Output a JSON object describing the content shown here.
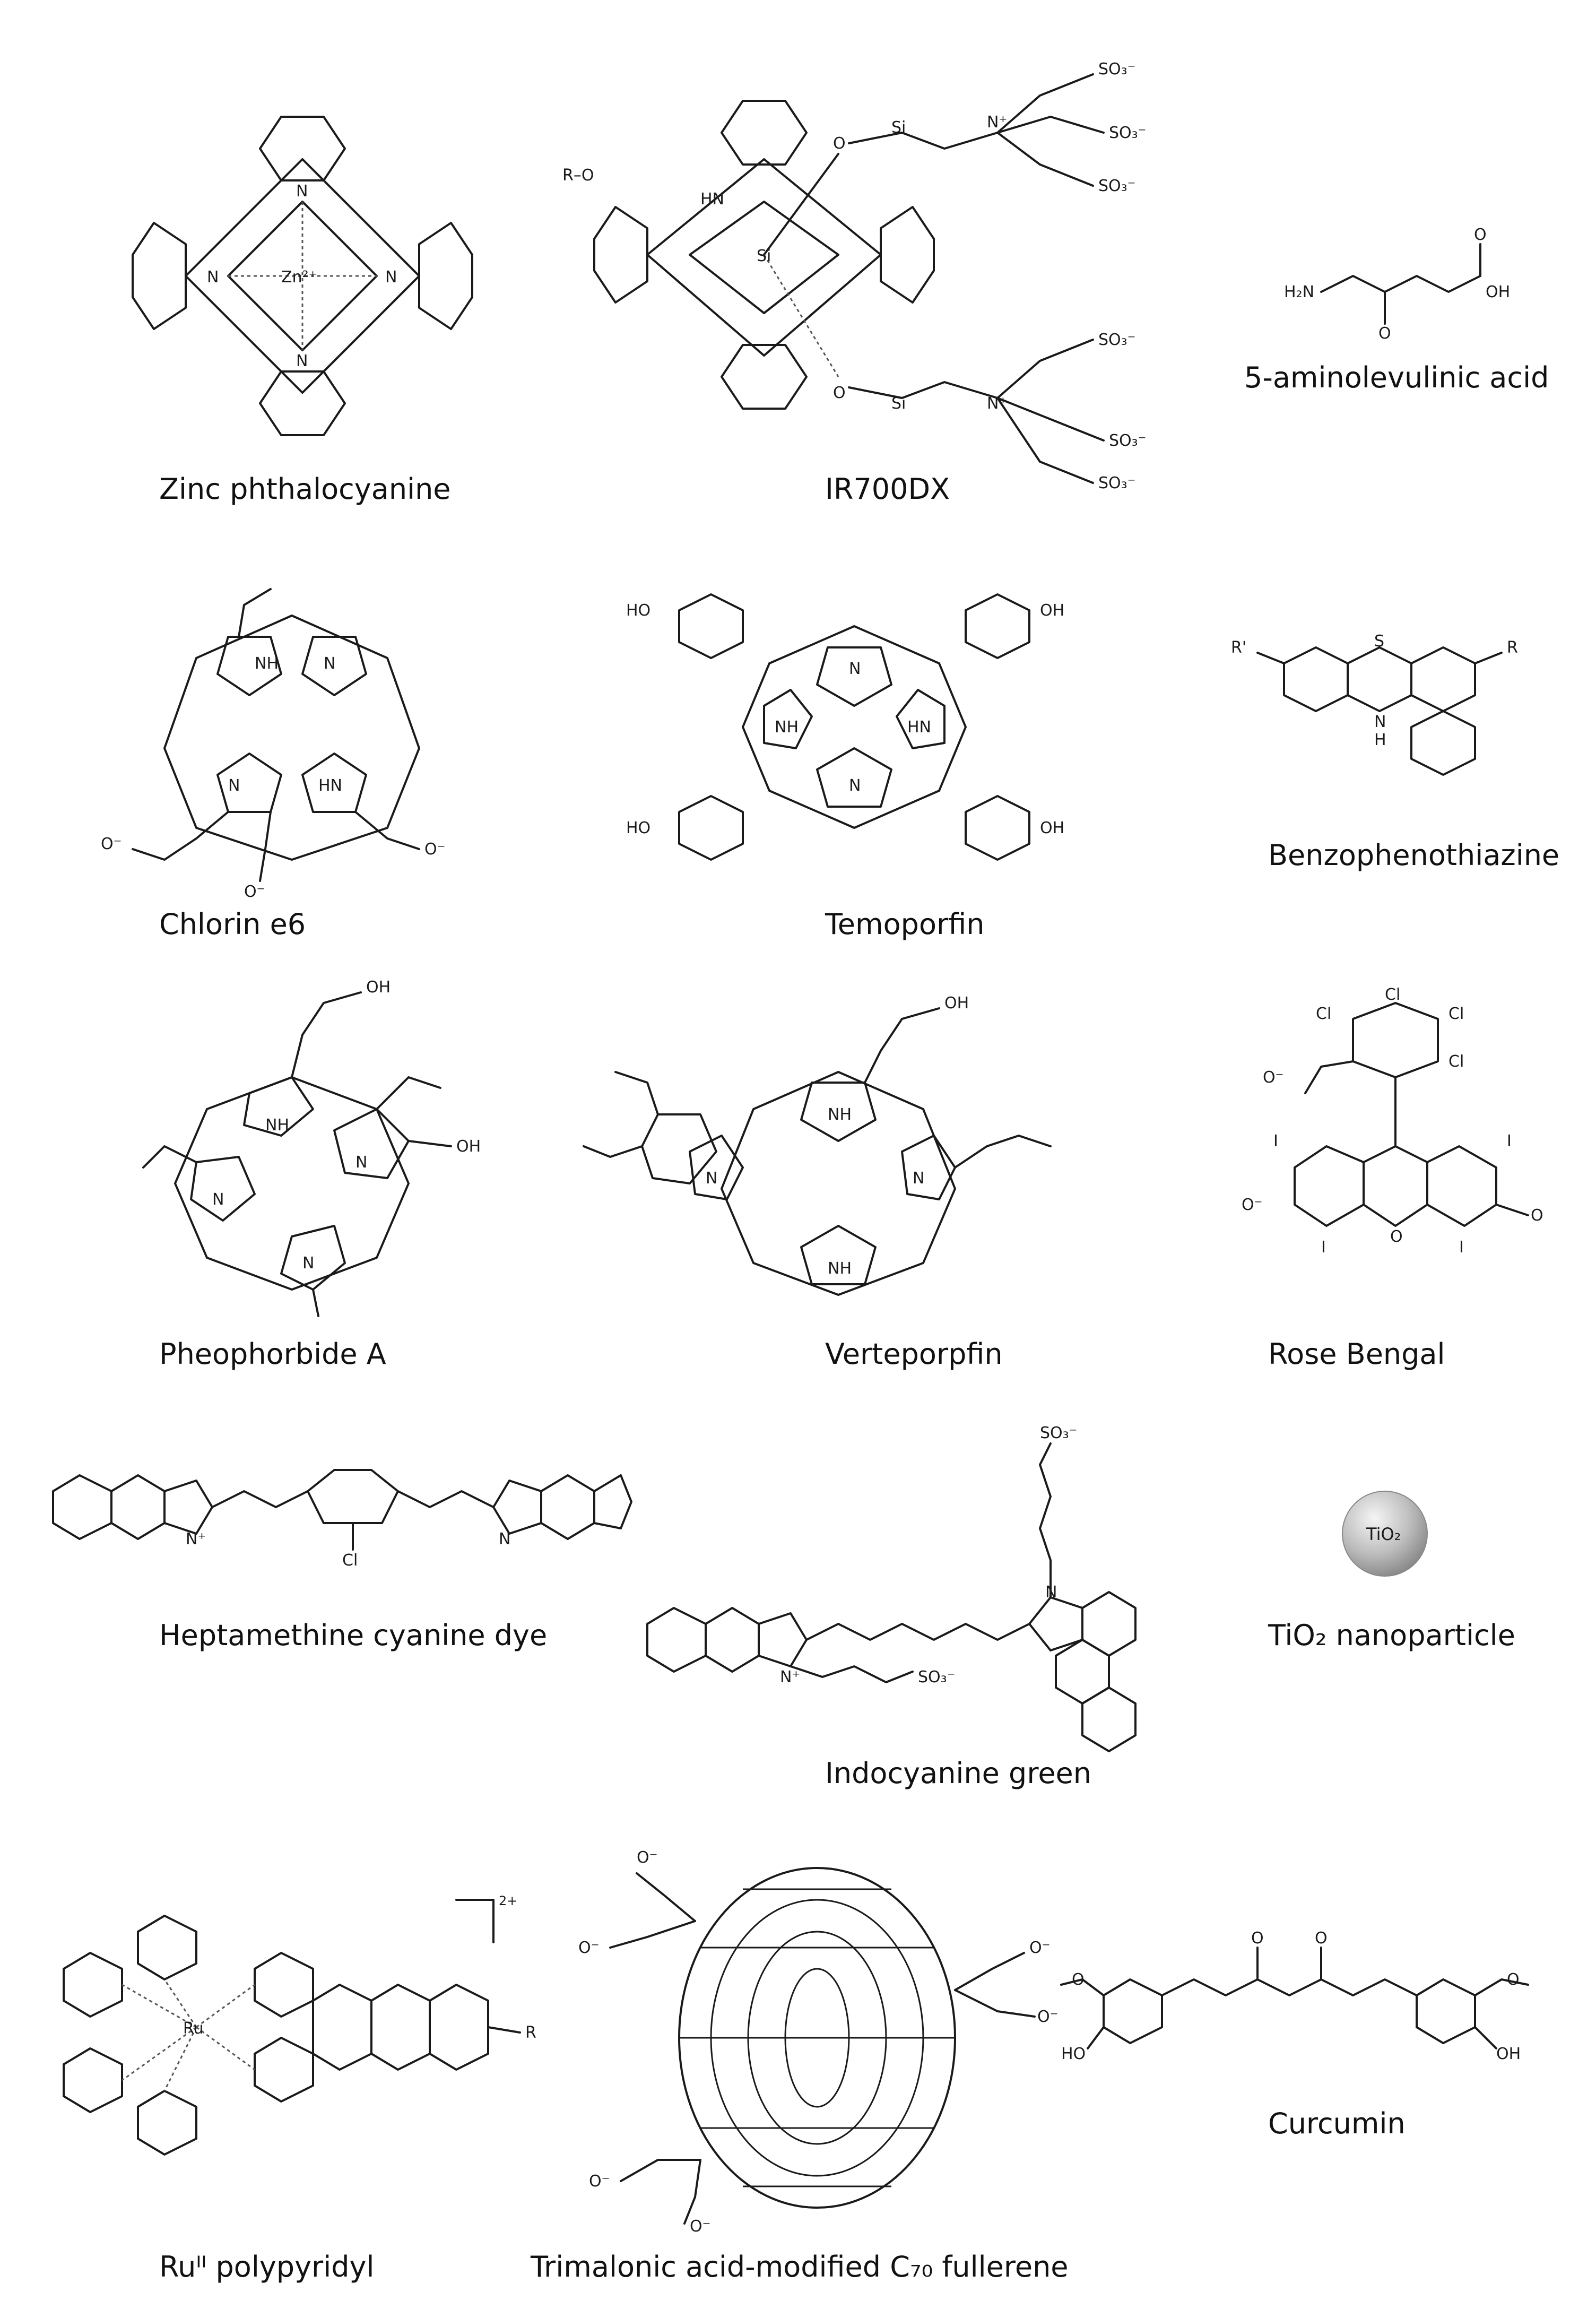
{
  "compounds": [
    {
      "name": "Zinc phthalocyanine"
    },
    {
      "name": "IR700DX"
    },
    {
      "name": "5-aminolevulinic acid"
    },
    {
      "name": "Chlorin e6"
    },
    {
      "name": "Temoporfin"
    },
    {
      "name": "Benzophenothiazine"
    },
    {
      "name": "Pheophorbide A"
    },
    {
      "name": "Verteporpfin"
    },
    {
      "name": "Rose Bengal"
    },
    {
      "name": "Heptamethine cyanine dye"
    },
    {
      "name": "Indocyanine green"
    },
    {
      "name": "TiO₂ nanoparticle"
    },
    {
      "name": "Ruᴵᴵ polypyridyl"
    },
    {
      "name": "Trimalonic acid-modified C₇₀ fullerene"
    },
    {
      "name": "Curcumin"
    }
  ],
  "atom_labels": {
    "zn": "Zn²⁺",
    "n": "N",
    "si": "Si",
    "hn": "HN",
    "nh": "NH",
    "o": "O",
    "ro": "R–O",
    "so3": "SO₃⁻",
    "nplus": "N⁺",
    "h2n": "H₂N",
    "oh": "OH",
    "ho": "HO",
    "s": "S",
    "h": "H",
    "r": "R",
    "rprime": "R'",
    "cl": "Cl",
    "i": "I",
    "ominus": "O⁻",
    "tio2": "TiO₂",
    "ru": "Ru",
    "charge": "2+"
  }
}
